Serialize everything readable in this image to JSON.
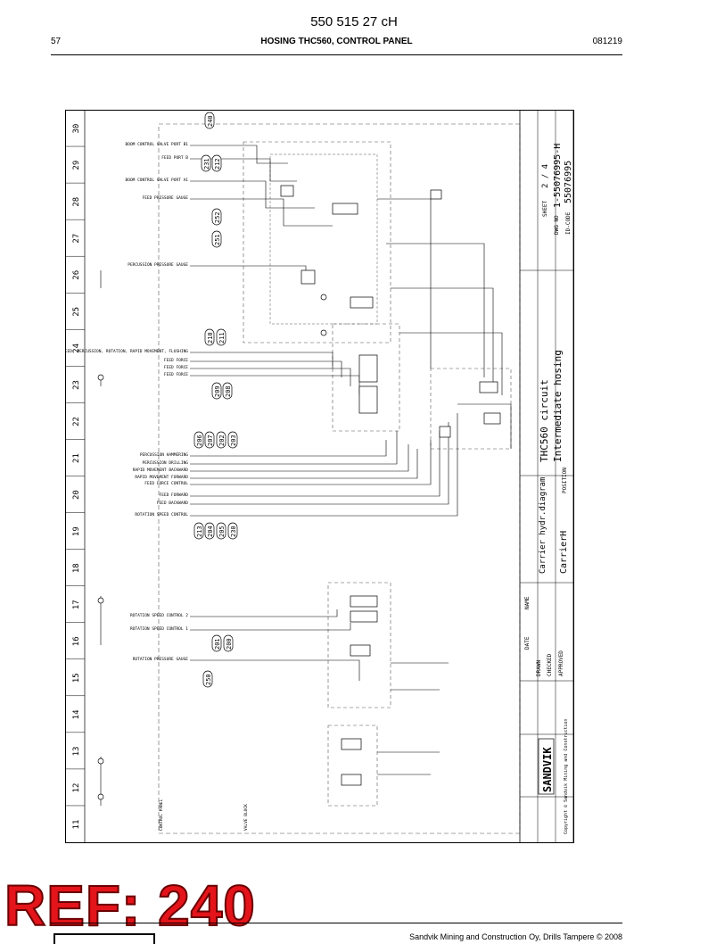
{
  "header": {
    "doc_code": "550 515 27 cH",
    "page_number": "57",
    "title": "HOSING THC560, CONTROL PANEL",
    "date_code": "081219"
  },
  "drawing": {
    "column_numbers": [
      "30",
      "29",
      "28",
      "27",
      "26",
      "25",
      "24",
      "23",
      "22",
      "21",
      "20",
      "19",
      "18",
      "17",
      "16",
      "15",
      "14",
      "13",
      "12",
      "11"
    ],
    "port_labels": [
      "BOOM CONTROL VALVE PORT B1",
      "FEED PORT B",
      "BOOM CONTROL VALVE PORT A1",
      "FEED PRESSURE GAUGE",
      "PERCUSSION PRESSURE GAUGE",
      "FEED, PERCUSSION, ROTATION, RAPID MOVEMENT, FLUSHING",
      "FEED FORCE",
      "FEED FORCE",
      "FEED FORCE",
      "PERCUSSION HAMMERING",
      "PERCUSSION DRILLING",
      "RAPID MOVEMENT BACKWARD",
      "RAPID MOVEMENT FORWARD",
      "FEED FORCE CONTROL",
      "FEED FORWARD",
      "FEED BACKWARD",
      "ROTATION SPEED CONTROL",
      "ROTATION SPEED CONTROL 2",
      "ROTATION SPEED CONTROL 1",
      "ROTATION PRESSURE GAUGE"
    ],
    "bottom_labels": [
      "CONTROL PANEL",
      "VALVE BLOCK"
    ],
    "ref_balloons": [
      "240",
      "231",
      "212",
      "252",
      "251",
      "210",
      "211",
      "209",
      "208",
      "206",
      "207",
      "202",
      "203",
      "213",
      "204",
      "205",
      "230",
      "201",
      "200",
      "250"
    ],
    "title_block": {
      "title_line_1": "THC560 circuit",
      "title_line_2": "Intermediate hosing",
      "sub_title_1": "Carrier hydr.diagram",
      "sub_title_2": "CarrierH",
      "sheet_label": "SHEET",
      "sheet_value": "2 / 4",
      "dwg_label": "DWG NO",
      "dwg_value": "1-55076995-H",
      "id_label": "ID-CODE",
      "id_value": "55076995",
      "brand": "SANDVIK",
      "copyright": "Copyright © Sandvik Mining and Construction",
      "rows": [
        "DRAWN",
        "CHECKED",
        "APPROVED"
      ],
      "cols": [
        "DATE",
        "NAME",
        "POSITION"
      ]
    }
  },
  "stamp": {
    "text": "REF: 240"
  },
  "footer": {
    "text": "Sandvik Mining and Construction Oy, Drills Tampere © 2008"
  }
}
